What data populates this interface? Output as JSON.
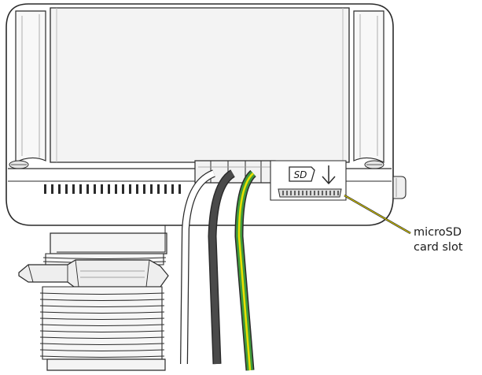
{
  "callout": {
    "line1": "microSD",
    "line2": "card slot",
    "leader_color": "#e0d000"
  },
  "slot_icon": {
    "label": "SD",
    "icon": "down-arrow-icon"
  },
  "colors": {
    "housing_outline": "#2a2a2a",
    "housing_fill": "#ffffff",
    "housing_shade": "#f1f1f1",
    "wire_white": "#ffffff",
    "wire_black": "#4a4a4a",
    "wire_green": "#3f9a3c",
    "wire_yellow": "#e8e000"
  }
}
